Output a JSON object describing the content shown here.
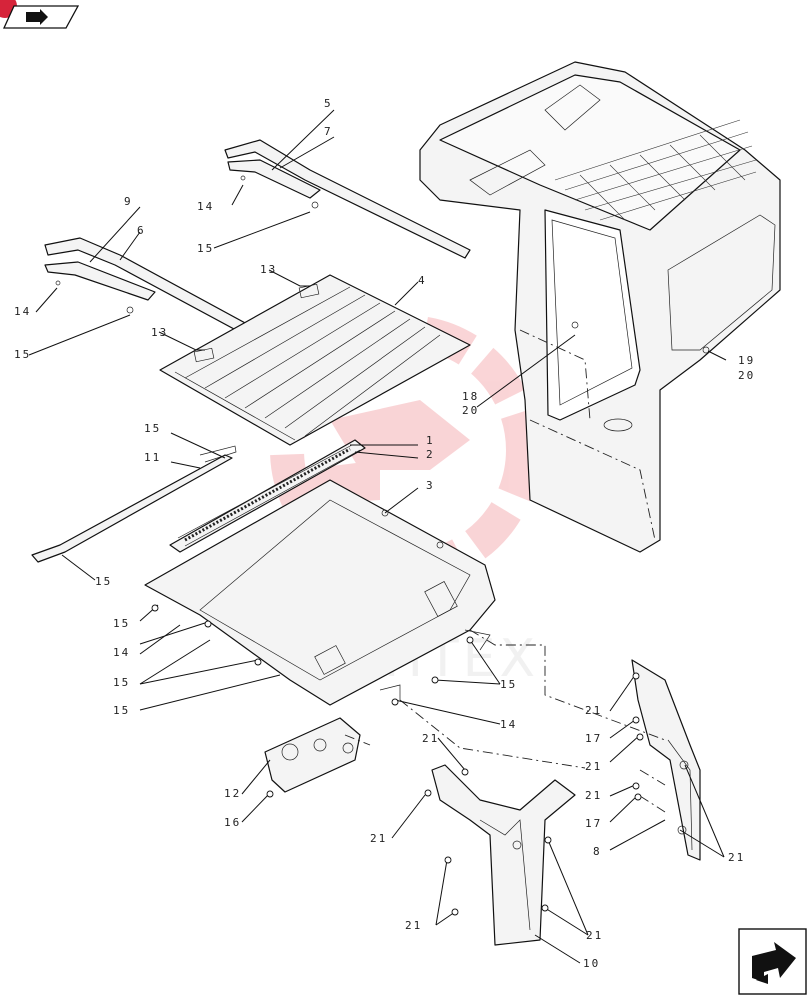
{
  "diagram": {
    "callouts": [
      {
        "id": "c5",
        "text": "5"
      },
      {
        "id": "c7",
        "text": "7"
      },
      {
        "id": "c14a",
        "text": "14"
      },
      {
        "id": "c15a",
        "text": "15"
      },
      {
        "id": "c9",
        "text": "9"
      },
      {
        "id": "c6",
        "text": "6"
      },
      {
        "id": "c13a",
        "text": "13"
      },
      {
        "id": "c4",
        "text": "4"
      },
      {
        "id": "c14b",
        "text": "14"
      },
      {
        "id": "c13b",
        "text": "13"
      },
      {
        "id": "c15b",
        "text": "15"
      },
      {
        "id": "c18",
        "text": "18"
      },
      {
        "id": "c20a",
        "text": "20"
      },
      {
        "id": "c19",
        "text": "19"
      },
      {
        "id": "c20b",
        "text": "20"
      },
      {
        "id": "c15c",
        "text": "15"
      },
      {
        "id": "c11",
        "text": "11"
      },
      {
        "id": "c1",
        "text": "1"
      },
      {
        "id": "c2",
        "text": "2"
      },
      {
        "id": "c3",
        "text": "3"
      },
      {
        "id": "c15d",
        "text": "15"
      },
      {
        "id": "c15e",
        "text": "15"
      },
      {
        "id": "c14c",
        "text": "14"
      },
      {
        "id": "c15f",
        "text": "15"
      },
      {
        "id": "c15g",
        "text": "15"
      },
      {
        "id": "c14d",
        "text": "14"
      },
      {
        "id": "c15h",
        "text": "15"
      },
      {
        "id": "c21a",
        "text": "21"
      },
      {
        "id": "c21b",
        "text": "21"
      },
      {
        "id": "c17a",
        "text": "17"
      },
      {
        "id": "c21c",
        "text": "21"
      },
      {
        "id": "c12",
        "text": "12"
      },
      {
        "id": "c21d",
        "text": "21"
      },
      {
        "id": "c17b",
        "text": "17"
      },
      {
        "id": "c16",
        "text": "16"
      },
      {
        "id": "c21e",
        "text": "21"
      },
      {
        "id": "c8",
        "text": "8"
      },
      {
        "id": "c21f",
        "text": "21"
      },
      {
        "id": "c21g",
        "text": "21"
      },
      {
        "id": "c21h",
        "text": "21"
      },
      {
        "id": "c10",
        "text": "10"
      }
    ],
    "watermark_text": "КИНТЕХ"
  },
  "navigation": {
    "back_icon": "back-arrow-icon",
    "forward_icon": "forward-arrow-icon"
  },
  "colors": {
    "watermark": "#e8404a",
    "line": "#111111",
    "badge": "#d6243a"
  }
}
